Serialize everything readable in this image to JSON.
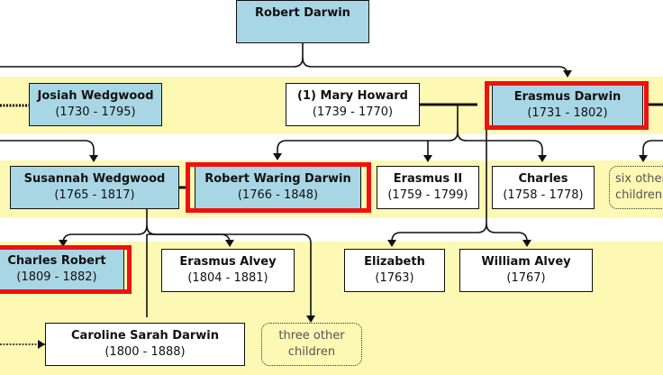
{
  "people": {
    "robert_darwin": {
      "name": "Robert Darwin",
      "dates": ""
    },
    "josiah_wedgwood": {
      "name": "Josiah Wedgwood",
      "dates": "(1730 - 1795)"
    },
    "mary_howard": {
      "name": "(1) Mary Howard",
      "dates": "(1739 - 1770)"
    },
    "erasmus_darwin": {
      "name": "Erasmus Darwin",
      "dates": "(1731 - 1802)"
    },
    "susannah_wedgwood": {
      "name": "Susannah Wedgwood",
      "dates": "(1765 - 1817)"
    },
    "robert_waring_darwin": {
      "name": "Robert Waring Darwin",
      "dates": "(1766 - 1848)"
    },
    "erasmus_ii": {
      "name": "Erasmus II",
      "dates": "(1759 - 1799)"
    },
    "charles": {
      "name": "Charles",
      "dates": "(1758 - 1778)"
    },
    "charles_robert": {
      "name": "Charles Robert",
      "dates": "(1809 - 1882)"
    },
    "erasmus_alvey": {
      "name": "Erasmus Alvey",
      "dates": "(1804 - 1881)"
    },
    "elizabeth": {
      "name": "Elizabeth",
      "dates": "(1763)"
    },
    "william_alvey": {
      "name": "William Alvey",
      "dates": "(1767)"
    },
    "caroline_sarah_darwin": {
      "name": "Caroline Sarah Darwin",
      "dates": "(1800 - 1888)"
    }
  },
  "notes": {
    "six_other_line1": "six other",
    "six_other_line2": "children",
    "three_other_line1": "three other",
    "three_other_line2": "children"
  },
  "colors": {
    "highlight": "#ee1111",
    "person_fill": "#a9d6e5",
    "generation_band": "#fdf8b3"
  }
}
